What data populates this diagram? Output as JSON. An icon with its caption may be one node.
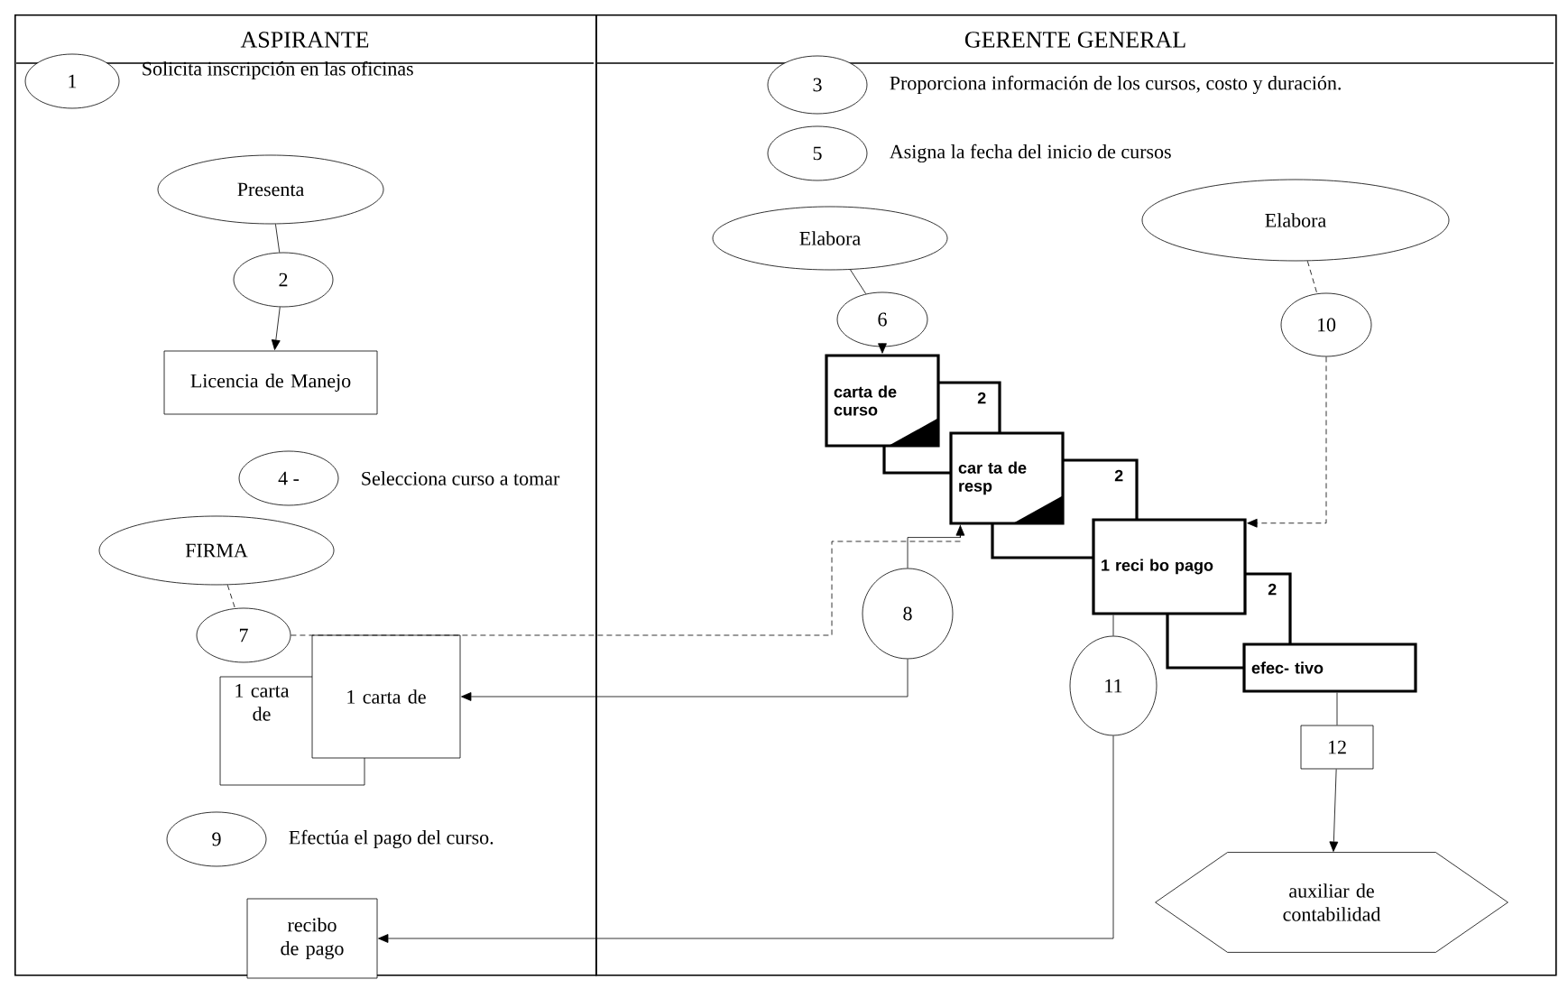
{
  "diagram": {
    "nodes": [
      {
        "text": [
          "ASPIRANTE"
        ]
      },
      {
        "text": [
          "GERENTE GENERAL"
        ]
      },
      {
        "text": [
          "1"
        ],
        "in": 0,
        "beside": [
          "Solicita inscripción en las oficinas"
        ]
      },
      {
        "text": [
          "Presenta"
        ],
        "in": 0
      },
      {
        "text": [
          "2"
        ],
        "in": 0
      },
      {
        "text": [
          "Licencia de Manejo"
        ],
        "in": 0
      },
      {
        "text": [
          "4 -"
        ],
        "in": 0,
        "beside": [
          "Selecciona curso a tomar"
        ]
      },
      {
        "text": [
          "FIRMA"
        ],
        "in": 0
      },
      {
        "text": [
          "7"
        ],
        "in": 0
      },
      {
        "text": [
          "1 carta de"
        ],
        "in": 0
      },
      {
        "text": [
          "1 carta de"
        ],
        "in": 0
      },
      {
        "text": [
          "9"
        ],
        "in": 0,
        "beside": [
          "Efectúa el pago del curso."
        ]
      },
      {
        "text": [
          "recibo de pago"
        ],
        "in": 0
      },
      {
        "text": [
          "3"
        ],
        "in": 1,
        "beside": [
          "Proporciona información de los cursos, costo y duración."
        ]
      },
      {
        "text": [
          "5"
        ],
        "in": 1,
        "beside": [
          "Asigna la fecha del inicio de cursos"
        ]
      },
      {
        "text": [
          "Elabora"
        ],
        "in": 1
      },
      {
        "text": [
          "6"
        ],
        "in": 1
      },
      {
        "text": [
          "carta de curso"
        ],
        "in": 1
      },
      {
        "text": [
          "2"
        ],
        "in": 1
      },
      {
        "text": [
          "car ta de resp"
        ],
        "in": 1
      },
      {
        "text": [
          "2"
        ],
        "in": 1
      },
      {
        "text": [
          "1 reci bo pago"
        ],
        "in": 1
      },
      {
        "text": [
          "2"
        ],
        "in": 1
      },
      {
        "text": [
          "efec- tivo"
        ],
        "in": 1
      },
      {
        "text": [
          "Elabora"
        ],
        "in": 1
      },
      {
        "text": [
          "10"
        ],
        "in": 1
      },
      {
        "text": [
          "8"
        ],
        "in": 1
      },
      {
        "text": [
          "11"
        ],
        "in": 1
      },
      {
        "text": [
          "12"
        ],
        "in": 1
      },
      {
        "text": [
          "auxiliar de contabilidad"
        ],
        "in": 1
      }
    ],
    "edges": [
      {
        "from": 3,
        "to": 4,
        "arrow": "none"
      },
      {
        "from": 4,
        "to": 5,
        "arrow": "to"
      },
      {
        "from": 7,
        "to": 8,
        "arrow": "none",
        "style": "dashed"
      },
      {
        "from": 8,
        "to": 19,
        "arrow": "to",
        "style": "dashed"
      },
      {
        "from": 19,
        "to": 26,
        "arrow": "none"
      },
      {
        "from": 26,
        "to": 10,
        "arrow": "to"
      },
      {
        "from": 15,
        "to": 16,
        "arrow": "none"
      },
      {
        "from": 16,
        "to": 17,
        "arrow": "to"
      },
      {
        "from": 24,
        "to": 25,
        "arrow": "none",
        "style": "dashed"
      },
      {
        "from": 25,
        "to": 21,
        "arrow": "to",
        "style": "dashed"
      },
      {
        "from": 21,
        "to": 27,
        "arrow": "none"
      },
      {
        "from": 27,
        "to": 12,
        "arrow": "to"
      },
      {
        "from": 23,
        "to": 28,
        "arrow": "none"
      },
      {
        "from": 28,
        "to": 29,
        "arrow": "to"
      }
    ]
  }
}
